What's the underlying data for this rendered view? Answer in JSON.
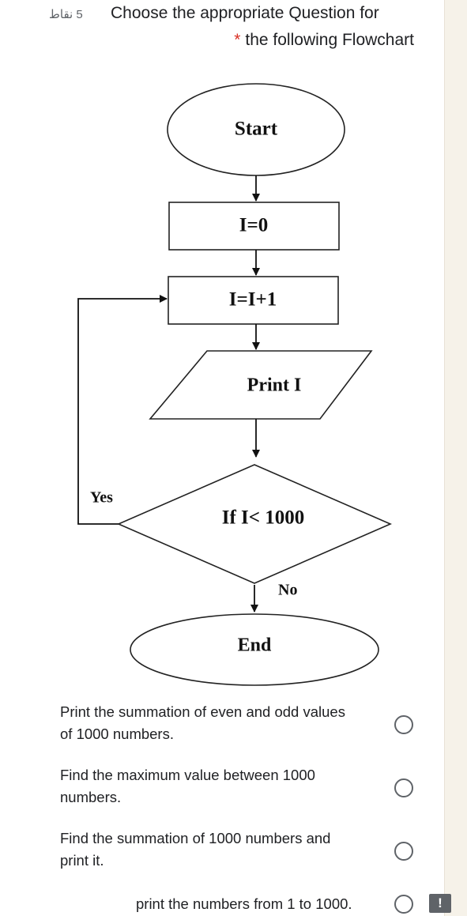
{
  "question": {
    "points": "5 نقاط",
    "title_line1": "Choose the appropriate Question for",
    "required_mark": "*",
    "title_line2": "the following Flowchart"
  },
  "flowchart": {
    "start": "Start",
    "init": "I=0",
    "increment": "I=I+1",
    "output": "Print I",
    "decision": "If I< 1000",
    "yes_label": "Yes",
    "no_label": "No",
    "end": "End"
  },
  "options": [
    {
      "line1": "Print the summation of even and odd values",
      "line2": "of 1000 numbers."
    },
    {
      "line1": "Find the maximum value between 1000",
      "line2": "numbers."
    },
    {
      "line1": "Find the summation of 1000 numbers and",
      "line2": "print it."
    },
    {
      "line1": "print the numbers from 1 to 1000.",
      "line2": ""
    }
  ],
  "help_badge": "!"
}
